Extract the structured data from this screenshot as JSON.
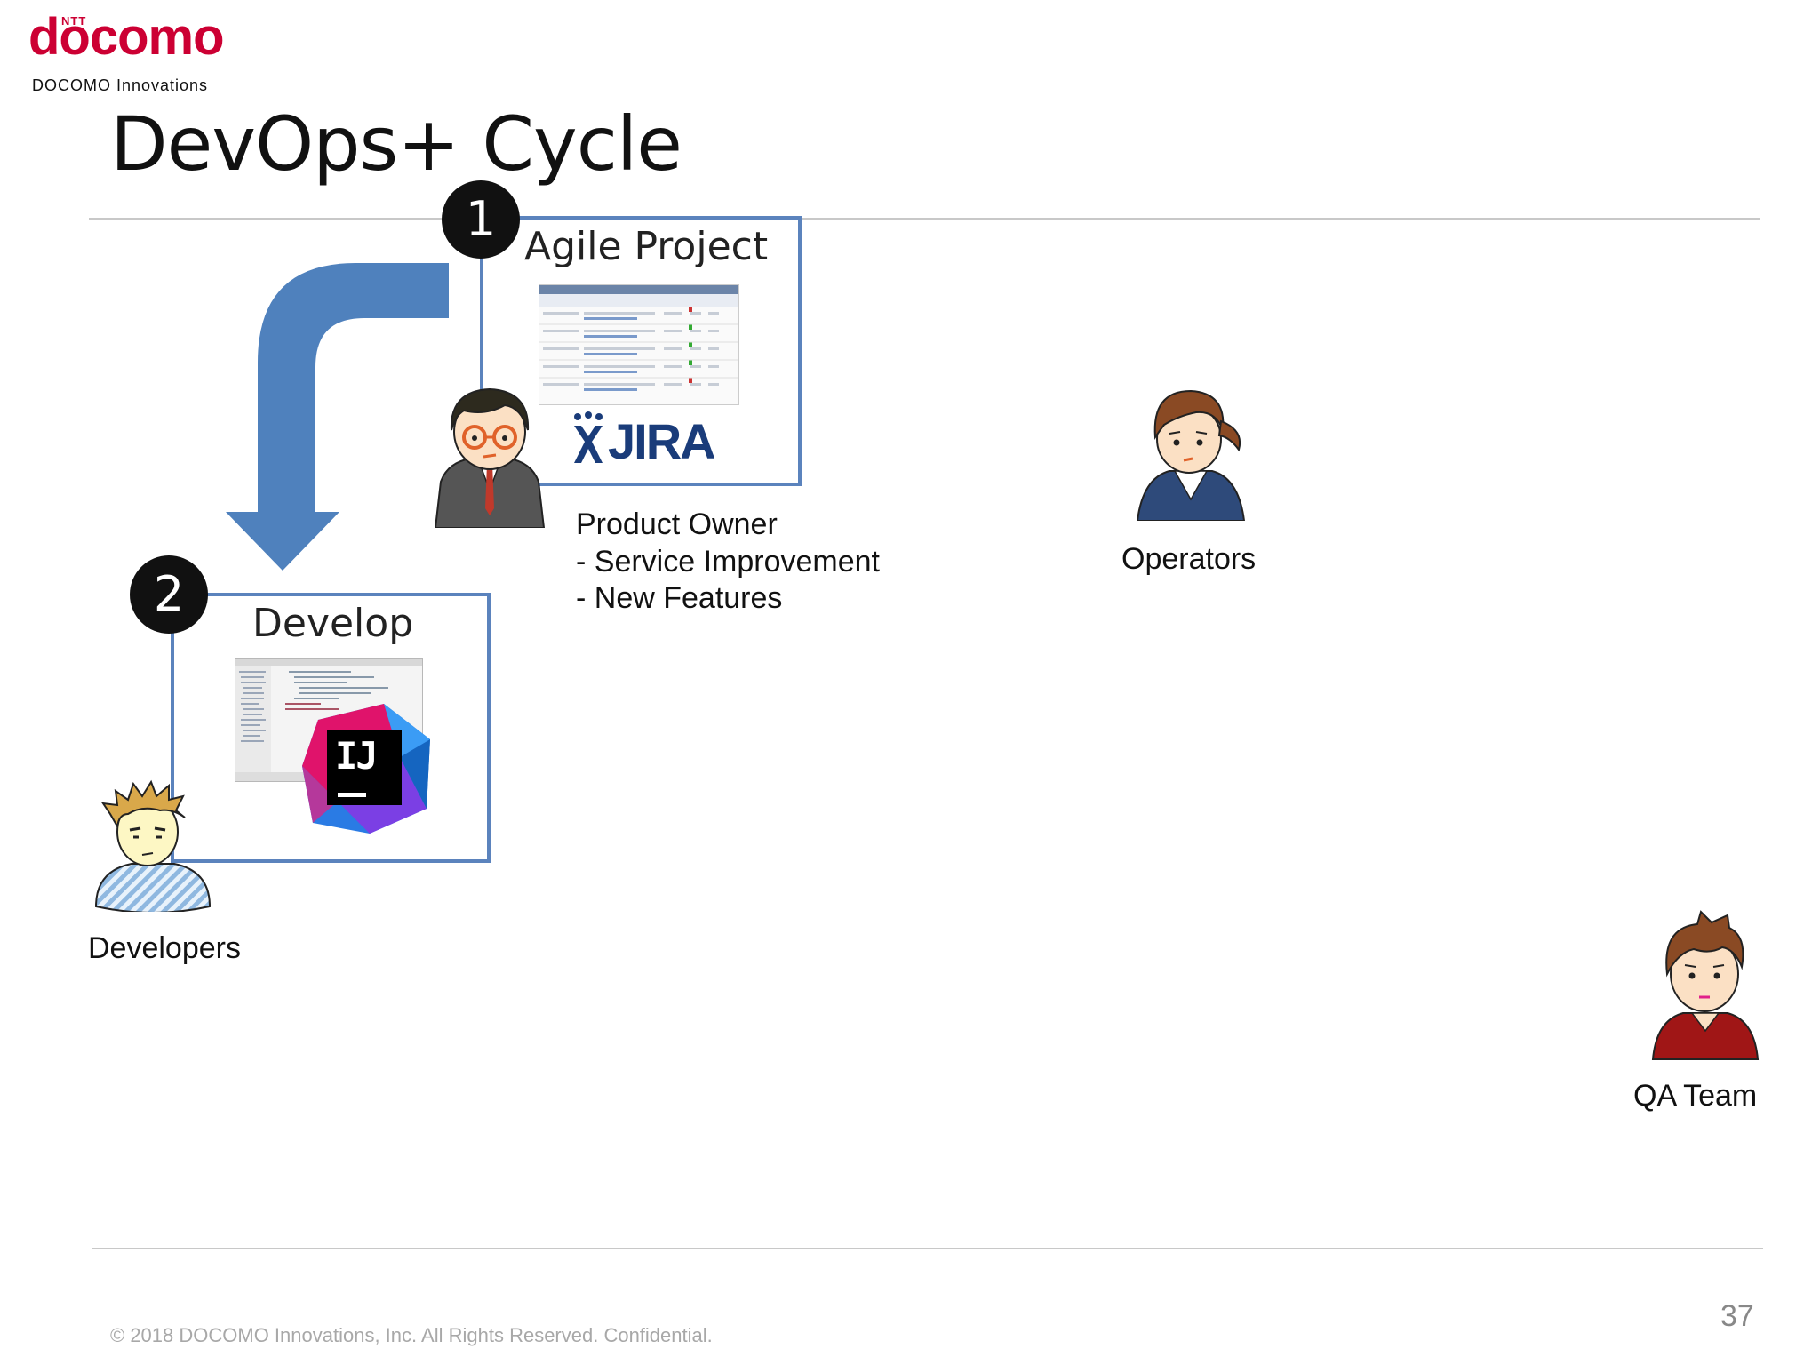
{
  "brand": {
    "ntt": "NTT",
    "name": "docomo",
    "subtitle": "DOCOMO Innovations"
  },
  "slide": {
    "title": "DevOps+ Cycle",
    "page_number": "37",
    "footer": "© 2018 DOCOMO Innovations, Inc. All Rights Reserved. Confidential."
  },
  "steps": [
    {
      "number": "1",
      "title": "Agile Project",
      "tool": "JIRA"
    },
    {
      "number": "2",
      "title": "Develop",
      "tool": "IJ"
    }
  ],
  "people": {
    "product_owner": {
      "label": "Product Owner",
      "lines": [
        "- Service Improvement",
        "- New Features"
      ]
    },
    "operators": "Operators",
    "developers": "Developers",
    "qa_team": "QA Team"
  },
  "colors": {
    "brand_red": "#cc0033",
    "box_border": "#5b83bd",
    "arrow": "#4f81bd"
  }
}
